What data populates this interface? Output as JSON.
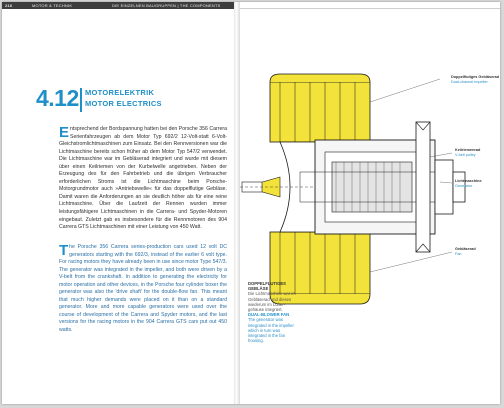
{
  "header": {
    "page_number": "216",
    "category": "MOTOR & TECHNIK",
    "section": "DIE EINZELNEN BAUGRUPPEN | THE COMPONENTS"
  },
  "section": {
    "number": "4.12",
    "title_de": "MOTORELEKTRIK",
    "title_en": "MOTOR ELECTRICS"
  },
  "body": {
    "de_dropcap": "E",
    "de_text": "ntsprechend der Bordspannung hatten bei den Porsche 356 Carrera Serienfahrzeugen ab dem Motor Typ 692/2 12-Volt-statt 6-Volt-Gleichstromlichtmaschinen zum Einsatz. Bei den Rennversionen war die Lichtmaschine bereits schon früher ab dem Motor Typ 547/2 verwendet. Die Lichtmaschine war im Gebläserad integriert und wurde mit diesem über einen Keilriemen von der Kurbelwelle angetrieben. Neben der Erzeugung des für den Fahrbetrieb und die übrigen Verbraucher erforderlichen Stroms ist die Lichtmaschine beim Porsche-Motorgrundmotor auch »Antriebswelle« für das doppelflutige Gebläse. Damit waren die Anforderungen an sie deutlich höher als für eine reine Lichtmaschine. Über die Laufzeit der Rennen wurden immer leistungsfähigere Lichtmaschinen in die Carrera- und Spyder-Motoren eingebaut. Zuletzt gab es insbesondere für die Rennmotoren des 904 Carrera GTS Lichtmaschinen mit einer Leistung von 450 Watt.",
    "en_dropcap": "T",
    "en_text": "he Porsche 356 Carrera series-production cars used 12 volt DC generators starting with the 692/3, instead of the earlier 6 volt type. For racing motors they have already been in use since motor Type 547/3. The generator was integrated in the impeller, and both were driven by a V-belt from the crankshaft. In addition to generating the electricity for motor operation and other devices, in the Porsche four cylinder boxer the generator was also the 'drive shaft' for the double-flow fan. This meant that much higher demands were placed on it than on a standard generator. More and more capable generators were used over the course of development of the Carrera and Spyder motors, and the last versions for the racing motors in the 904 Carrera GTS cars put out 450 watts."
  },
  "labels": {
    "top_de": "Doppelflutiges Gebläserad",
    "top_en": "Dual-channel impeller",
    "right1_de": "Keilriemenrad",
    "right1_en": "V-belt pulley",
    "right2_de": "Lichtmaschine",
    "right2_en": "Generator",
    "bottom_de": "Gebläserad",
    "bottom_en": "Fan"
  },
  "caption": {
    "title_de": "DOPPELFLUTIGES GEBLÄSE",
    "text_de": "Die Lichtmaschine war im Gebläserad und dieses wiederum im Lüfter-gehäuse integriert.",
    "title_en": "DUAL-BLOWER FAN",
    "text_en": "The generator was integrated in the impeller which in turn was integrated in the fan housing."
  },
  "colors": {
    "accent": "#1f8fc8",
    "yellow": "#f2e23a",
    "ink": "#1a1a1a"
  }
}
